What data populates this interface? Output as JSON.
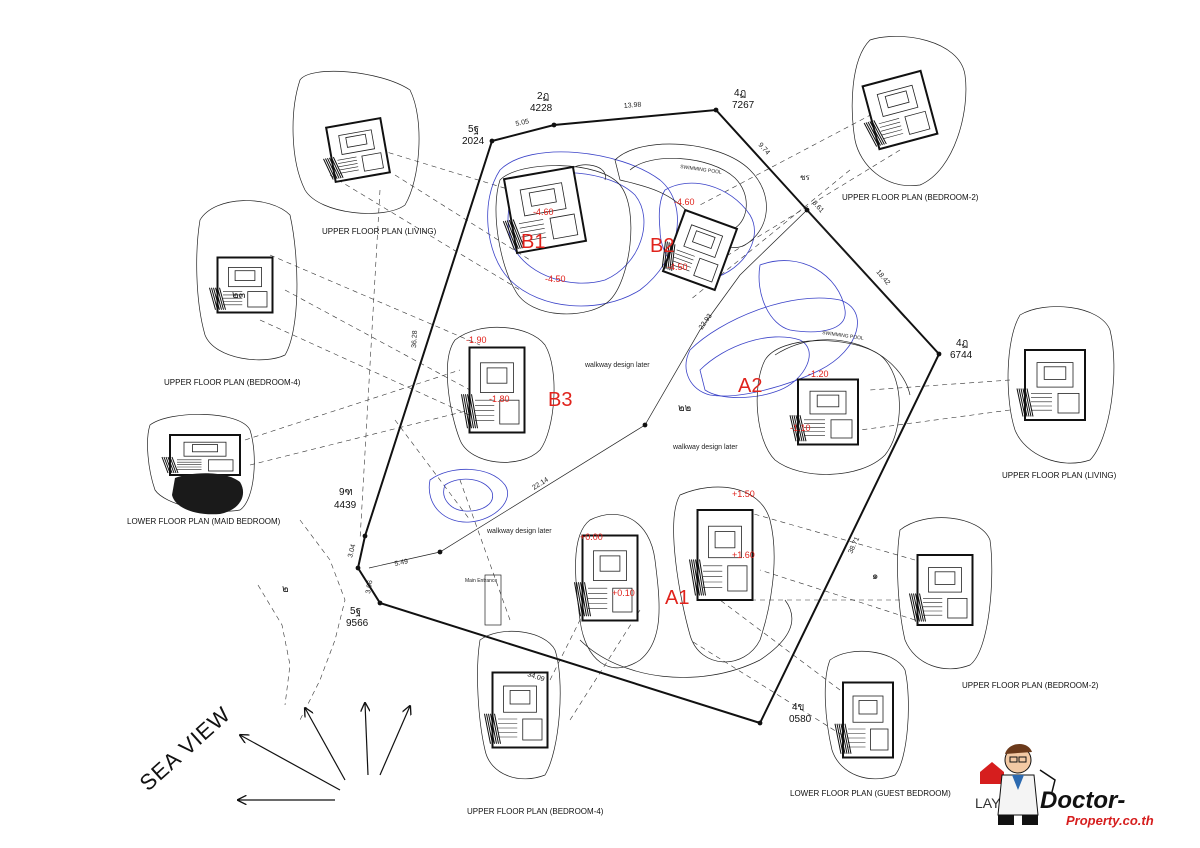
{
  "plan_captions": [
    "UPPER FLOOR PLAN (LIVING)",
    "UPPER FLOOR PLAN (BEDROOM-2)",
    "UPPER FLOOR PLAN (BEDROOM-4)",
    "LOWER FLOOR PLAN (MAID BEDROOM)",
    "UPPER FLOOR PLAN (LIVING)",
    "UPPER FLOOR PLAN (BEDROOM-2)",
    "UPPER FLOOR PLAN (BEDROOM-4)",
    "LOWER FLOOR PLAN (GUEST BEDROOM)"
  ],
  "buildings": [
    "B1",
    "B2",
    "B3",
    "A2",
    "A1"
  ],
  "levels": [
    "-4.60",
    "-4.50",
    "-4.60",
    "-4.50",
    "-1.90",
    "-1.80",
    "-1.20",
    "-1.10",
    "+0.00",
    "+0.10",
    "+1.50",
    "+1.60"
  ],
  "notes": [
    "walkway design later",
    "walkway design later",
    "walkway design later",
    "SWIMMING POOL",
    "SWIMMING POOL",
    "Main Entrance"
  ],
  "corners": [
    {
      "top": "2ฏ",
      "bottom": "4228"
    },
    {
      "top": "4ฏ",
      "bottom": "7267"
    },
    {
      "top": "5ฐ",
      "bottom": "2024"
    },
    {
      "top": "4ฏ",
      "bottom": "6744"
    },
    {
      "top": "9ฑ",
      "bottom": "4439"
    },
    {
      "top": "5ฐ",
      "bottom": "9566"
    },
    {
      "top": "4ข",
      "bottom": "0580"
    }
  ],
  "dimensions": [
    "5.05",
    "13.98",
    "9.74",
    "18.42",
    "36.28",
    "22.14",
    "5.49",
    "3.04",
    "3.06",
    "38.71",
    "34.09",
    "22.93",
    "8.61"
  ],
  "thai_marks": [
    "๒๓",
    "๒๒",
    "๑",
    "๒",
    "ชร"
  ],
  "sea_view": "SEA VIEW",
  "layout_label": "LAY",
  "logo": {
    "line1": "Doctor-",
    "line2": "Property.co.th"
  }
}
